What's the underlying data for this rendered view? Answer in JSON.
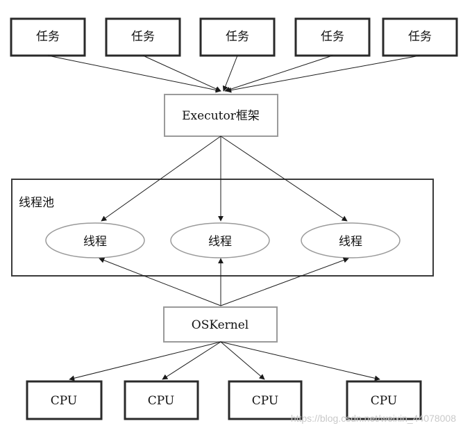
{
  "tasks": [
    "任务",
    "任务",
    "任务",
    "任务",
    "任务"
  ],
  "executor_label": "Executor框架",
  "pool_label": "线程池",
  "threads": [
    "线程",
    "线程",
    "线程"
  ],
  "kernel_label": "OSKernel",
  "cpus": [
    "CPU",
    "CPU",
    "CPU",
    "CPU"
  ],
  "watermark": "https://blog.csdn.net/weixin_44078008",
  "colors": {
    "line": "#1a1a1a",
    "thick_border": "#2a2a2a",
    "thin_border": "#9a9a9a"
  }
}
